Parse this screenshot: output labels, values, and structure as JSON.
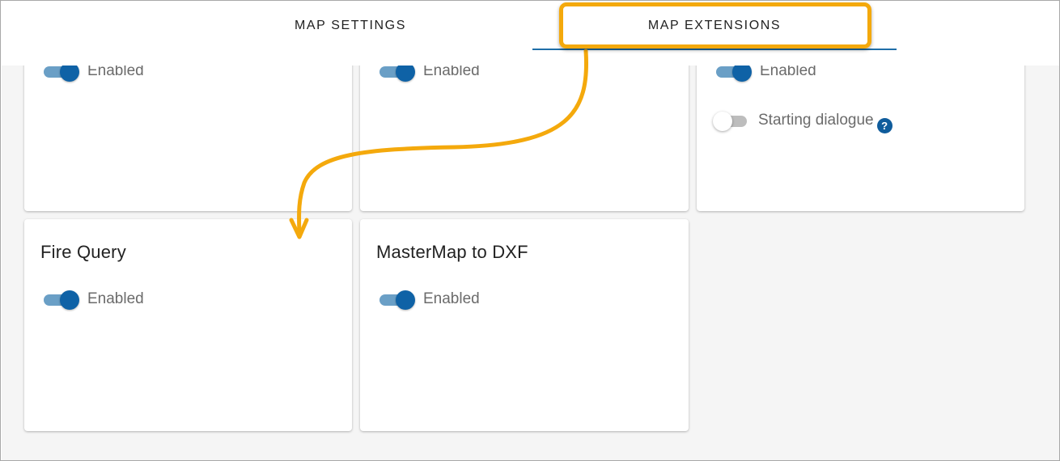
{
  "tabs": [
    {
      "label": "MAP SETTINGS"
    },
    {
      "label": "MAP EXTENSIONS"
    }
  ],
  "active_tab": "MAP EXTENSIONS",
  "cards": [
    {
      "title": "",
      "toggles": [
        {
          "label": "Enabled",
          "on": true
        }
      ]
    },
    {
      "title": "",
      "toggles": [
        {
          "label": "Enabled",
          "on": true
        }
      ]
    },
    {
      "title": "",
      "toggles": [
        {
          "label": "Enabled",
          "on": true
        },
        {
          "label": "Starting dialogue",
          "on": false,
          "help": "?"
        }
      ]
    },
    {
      "title": "Fire Query",
      "toggles": [
        {
          "label": "Enabled",
          "on": true
        }
      ]
    },
    {
      "title": "MasterMap to DXF",
      "toggles": [
        {
          "label": "Enabled",
          "on": true
        }
      ]
    }
  ],
  "colors": {
    "accent": "#0f62a6",
    "track_on": "#6a9fc6",
    "annotation": "#f4a90c",
    "tab_indicator": "#1f6ea8"
  },
  "icons": {
    "help": "question-circle-icon",
    "annotation_arrow": "curved-arrow-icon"
  }
}
